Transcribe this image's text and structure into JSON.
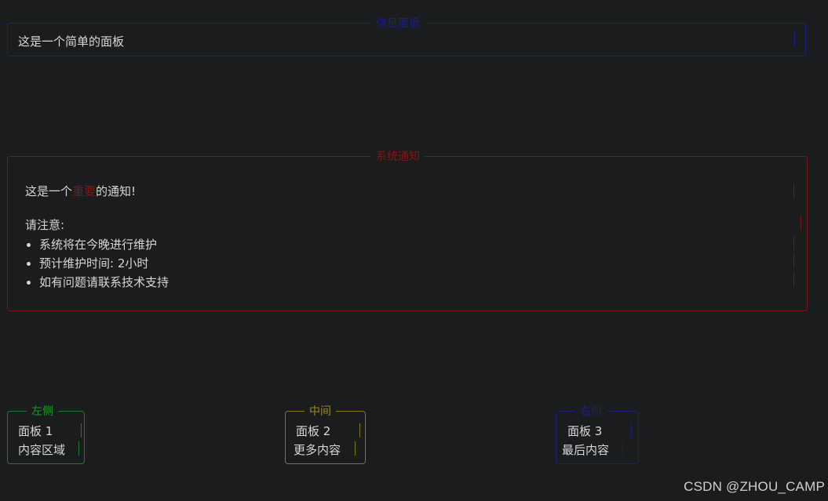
{
  "colors": {
    "background": "#1b1c1e",
    "text": "#d8d8d8",
    "blue": "#1e1e87",
    "red": "#7c1518",
    "green": "#1f7a2a",
    "yellow": "#85761c"
  },
  "info_panel": {
    "title": "信息面板",
    "body": "这是一个简单的面板"
  },
  "notice_panel": {
    "title": "系统通知",
    "line_prefix": "这是一个",
    "line_emphasis": "重要",
    "line_suffix": "的通知!",
    "attention": "请注意:",
    "items": [
      "系统将在今晚进行维护",
      "预计维护时间: 2小时",
      "如有问题请联系技术支持"
    ]
  },
  "mini_panels": {
    "left": {
      "title": "左侧",
      "line1": "面板 1",
      "line2": "内容区域"
    },
    "center": {
      "title": "中间",
      "line1": "面板 2",
      "line2": "更多内容"
    },
    "right": {
      "title": "右侧",
      "line1": "面板 3",
      "line2": "最后内容"
    }
  },
  "watermark": "CSDN @ZHOU_CAMP"
}
